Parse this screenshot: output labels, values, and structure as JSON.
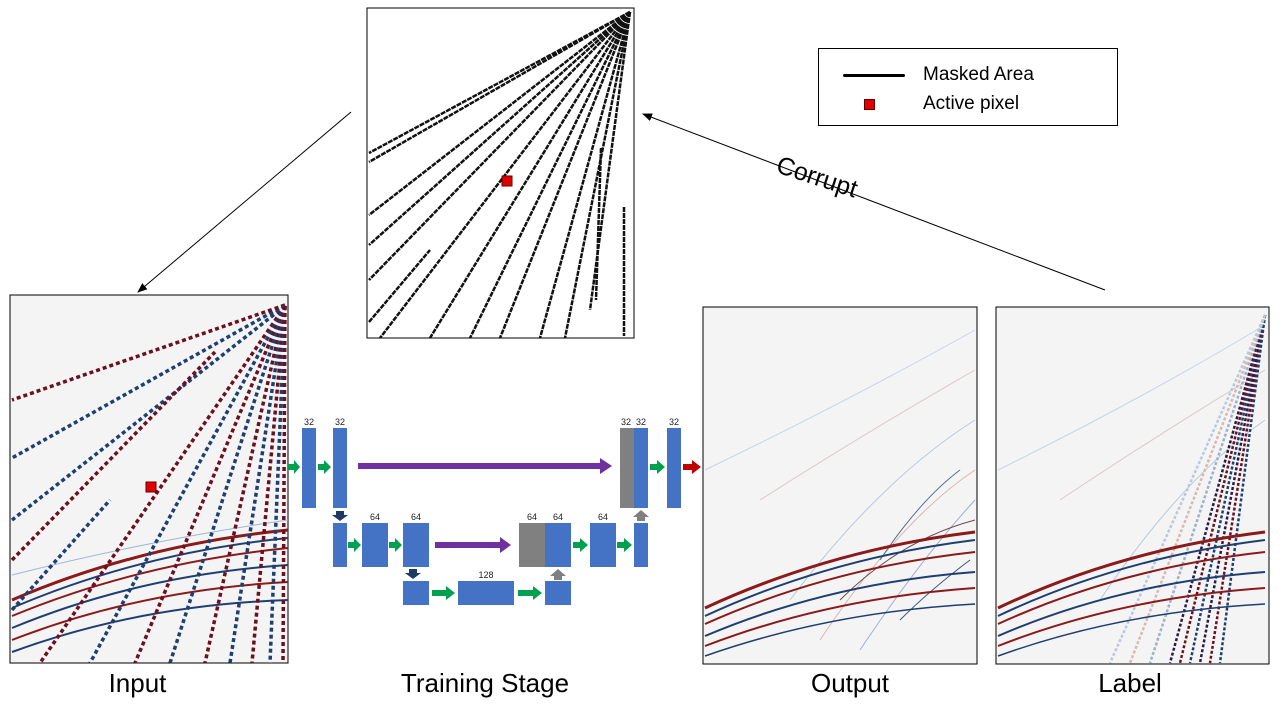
{
  "captions": {
    "input": "Input",
    "training": "Training Stage",
    "output": "Output",
    "label": "Label"
  },
  "legend": {
    "masked_area": "Masked Area",
    "active_pixel": "Active pixel"
  },
  "corrupt": "Corrupt",
  "unet": {
    "enc1_a": "32",
    "enc1_b": "32",
    "enc2_a": "64",
    "enc2_b": "64",
    "bottleneck": "128",
    "dec2_concat": "64",
    "dec2_a": "64",
    "dec2_b": "64",
    "dec1_concat": "32",
    "dec1_a": "32",
    "dec1_b": "32"
  },
  "colors": {
    "unet_block": "#4472c4",
    "skip_concat": "#808080",
    "conv_arrow": "#00a050",
    "skip_arrow": "#7030a0",
    "pool_arrow": "#1f3864",
    "up_arrow": "#808080",
    "out_arrow": "#c00000",
    "active_pixel": "#e00000",
    "seismic_red": "#8b1a1a",
    "seismic_blue": "#1f3f70"
  },
  "icons": {
    "legend_line": "black-line-icon",
    "legend_square": "red-square-icon"
  }
}
